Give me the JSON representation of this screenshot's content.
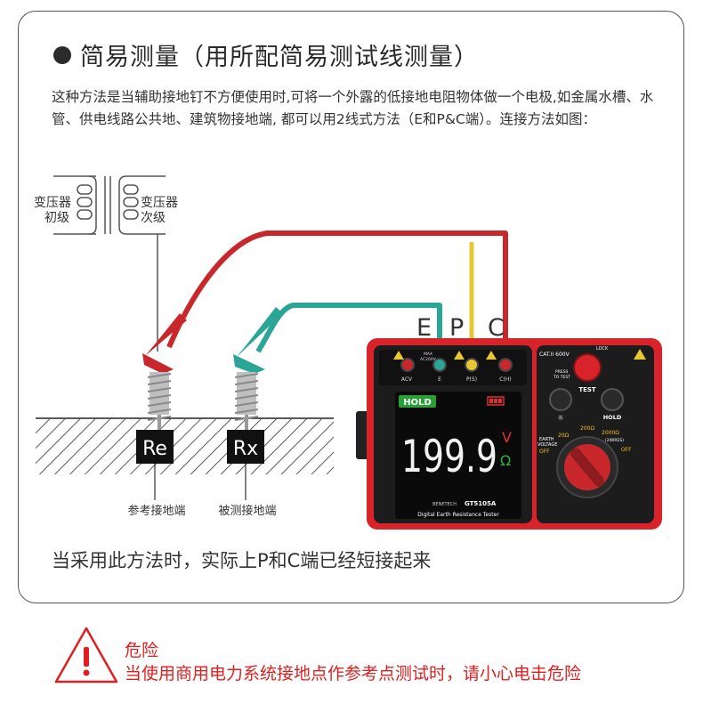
{
  "section": {
    "title": "简易测量（用所配简易测试线测量）",
    "description": "这种方法是当辅助接地钉不方便使用时,可将一个外露的低接地电阻物体做一个电极,如金属水槽、水管、供电线路公共地、建筑物接地端, 都可以用2线式方法（E和P&C端）。连接方法如图：",
    "conclusion": "当采用此方法时，实际上P和C端已经短接起来"
  },
  "diagram": {
    "transformer_primary": [
      "变压器",
      "初级"
    ],
    "transformer_secondary": [
      "变压器",
      "次级"
    ],
    "electrode_re": "Re",
    "electrode_rx": "Rx",
    "label_reference": "参考接地端",
    "label_measured": "被测接地端",
    "terminal_letters": [
      "E",
      "P",
      "C"
    ]
  },
  "meter": {
    "jack_labels": [
      "ACV",
      "E",
      "P(S)",
      "C(H)"
    ],
    "jack_warning": [
      "MAX",
      "AC200V"
    ],
    "cat_rating": "CAT.II 600V",
    "lock_label": "LOCK",
    "press_label": [
      "PRESS",
      "TO TEST"
    ],
    "test_label": "TEST",
    "hold_button_label": "HOLD",
    "display_hold": "HOLD",
    "display_value": "199.9",
    "unit_v": "V",
    "unit_ohm": "Ω",
    "model": "GT5105A",
    "brand": "BENETECH",
    "product_name": "Digital Earth Resistance Tester",
    "dial_labels": [
      "20Ω",
      "200Ω",
      "2000Ω",
      "(2WIRES)",
      "EARTH",
      "VOLTAGE",
      "OFF",
      "OFF"
    ],
    "colors": {
      "body": "#d8232a",
      "panel": "#1c1c1c",
      "screen": "#0a0a0a",
      "lcd": "#f2f2f2"
    }
  },
  "warning": {
    "title": "危险",
    "text": "当使用商用电力系统接地点作参考点测试时，请小心电击危险",
    "color": "#e02020"
  },
  "wires": {
    "red": "#c8282c",
    "yellow": "#e8c832",
    "green": "#2aa596"
  }
}
